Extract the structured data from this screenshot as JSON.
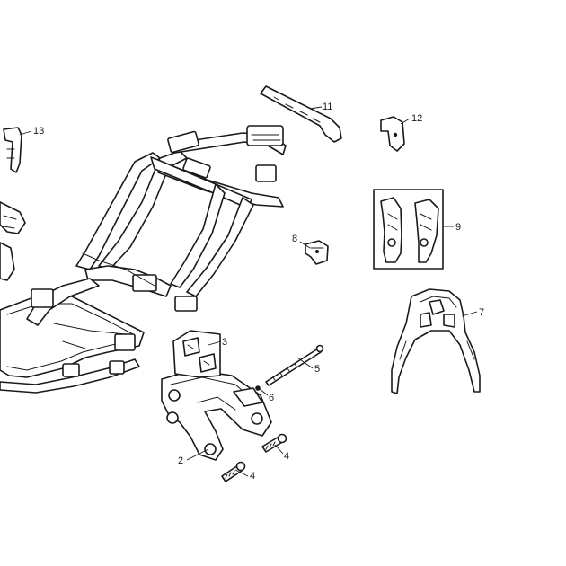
{
  "callouts": [
    {
      "id": "1",
      "label": "2"
    },
    {
      "id": "2",
      "label": "3"
    },
    {
      "id": "3",
      "label": "4"
    },
    {
      "id": "4",
      "label": "4"
    },
    {
      "id": "5",
      "label": "5"
    },
    {
      "id": "6",
      "label": "6"
    },
    {
      "id": "7",
      "label": "7"
    },
    {
      "id": "8",
      "label": "8"
    },
    {
      "id": "9",
      "label": "9"
    },
    {
      "id": "10",
      "label": "11"
    },
    {
      "id": "11",
      "label": "12"
    },
    {
      "id": "12",
      "label": "13"
    }
  ]
}
